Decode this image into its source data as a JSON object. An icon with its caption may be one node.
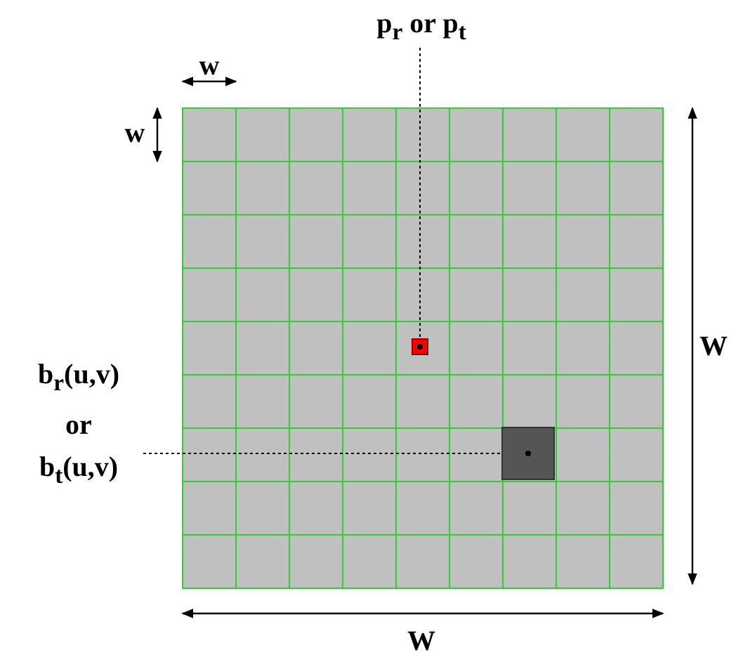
{
  "diagram": {
    "nodes": [
      {
        "text": [
          "p$_{r}$ or p$_{t}$"
        ]
      },
      {
        "text": [],
        "shape": "box"
      },
      {
        "text": [
          "b$_{r}$(u,v) or b$_{t}$(u,v)"
        ]
      },
      {
        "text": [],
        "shape": "box"
      }
    ],
    "edges": [
      {
        "from": 0,
        "to": 1,
        "arrow": "none",
        "style": "dashed"
      },
      {
        "from": 2,
        "to": 3,
        "arrow": "none",
        "style": "dashed"
      }
    ],
    "labels": [
      "w",
      "w",
      "W",
      "W"
    ]
  }
}
